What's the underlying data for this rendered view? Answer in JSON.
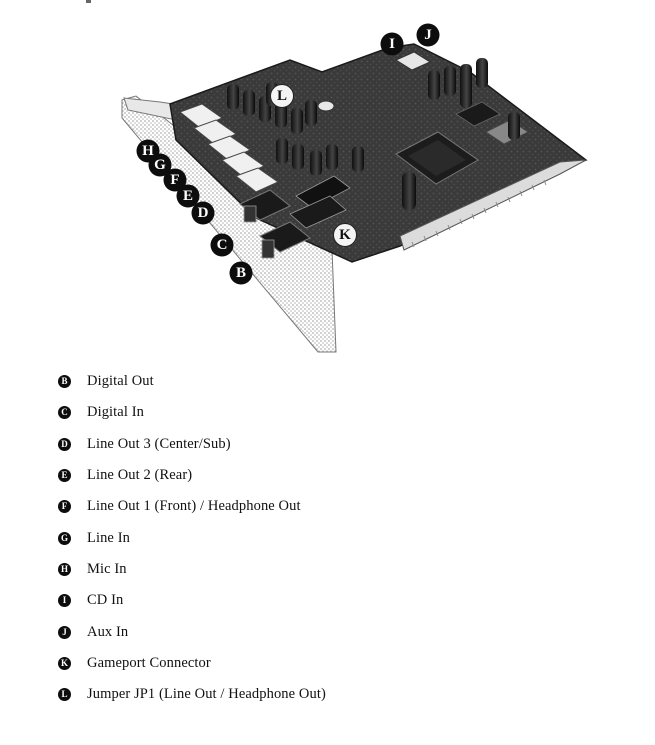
{
  "figure_callouts": [
    "B",
    "C",
    "D",
    "E",
    "F",
    "G",
    "H",
    "I",
    "J",
    "K",
    "L"
  ],
  "legend": [
    {
      "letter": "B",
      "label": "Digital Out"
    },
    {
      "letter": "C",
      "label": "Digital In"
    },
    {
      "letter": "D",
      "label": "Line Out 3 (Center/Sub)"
    },
    {
      "letter": "E",
      "label": "Line Out 2 (Rear)"
    },
    {
      "letter": "F",
      "label": "Line Out 1 (Front) / Headphone Out"
    },
    {
      "letter": "G",
      "label": "Line In"
    },
    {
      "letter": "H",
      "label": "Mic In"
    },
    {
      "letter": "I",
      "label": "CD In"
    },
    {
      "letter": "J",
      "label": "Aux In"
    },
    {
      "letter": "K",
      "label": "Gameport Connector"
    },
    {
      "letter": "L",
      "label": "Jumper JP1 (Line Out / Headphone Out)"
    }
  ]
}
